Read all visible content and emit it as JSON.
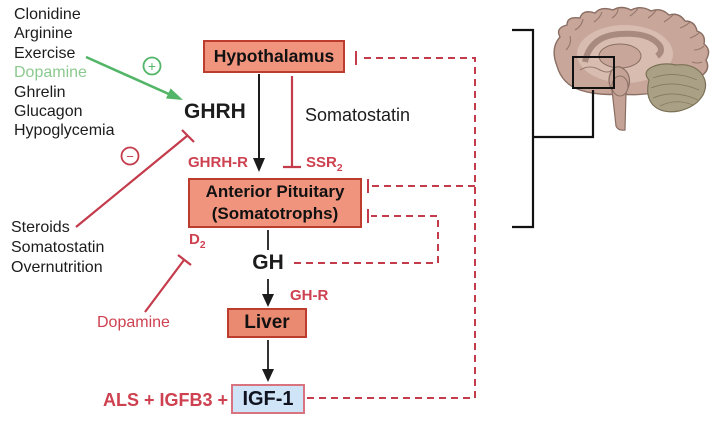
{
  "stimulators": {
    "items": [
      "Clonidine",
      "Arginine",
      "Exercise",
      "Dopamine",
      "Ghrelin",
      "Glucagon",
      "Hypoglycemia"
    ]
  },
  "inhibitors": {
    "items": [
      "Steroids",
      "Somatostatin",
      "Overnutrition"
    ]
  },
  "signs": {
    "plus": "+",
    "minus": "−"
  },
  "nodes": {
    "hypothalamus": "Hypothalamus",
    "ghrh": "GHRH",
    "somatostatin": "Somatostatin",
    "ghrh_receptor": "GHRH-R",
    "ssr": {
      "base": "SSR",
      "sub": "2"
    },
    "pituitary_line1": "Anterior Pituitary",
    "pituitary_line2": "(Somatotrophs)",
    "d2": {
      "base": "D",
      "sub": "2"
    },
    "gh": "GH",
    "gh_receptor": "GH-R",
    "liver": "Liver",
    "igf1": "IGF-1",
    "igf_binding_prefix": "ALS + IGFB3 +",
    "dopamine": "Dopamine"
  },
  "colors": {
    "box_fill": "#f0947e",
    "box_border": "#bc3c2d",
    "liver_fill": "#ea8a70",
    "igf1_fill": "#cfe4f6",
    "igf1_border": "#d8737f",
    "red_line": "#c43b4b",
    "red_text": "#ce4150",
    "green_arrow": "#53b567",
    "green_text": "#8cc98f",
    "black": "#1c1c1c"
  }
}
